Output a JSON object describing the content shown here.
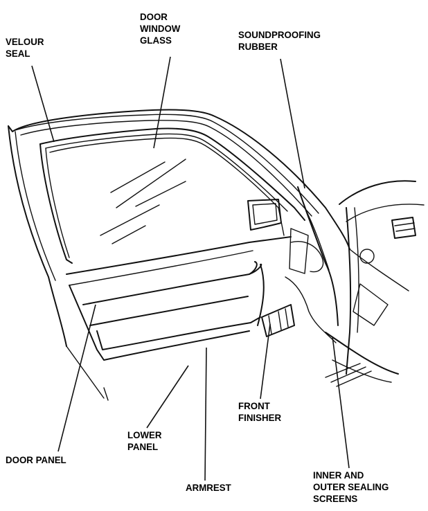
{
  "labels": {
    "velour_seal": [
      "VELOUR",
      "SEAL"
    ],
    "door_window_glass": [
      "DOOR",
      "WINDOW",
      "GLASS"
    ],
    "soundproofing_rubber": [
      "SOUNDPROOFING",
      "RUBBER"
    ],
    "front_finisher": [
      "FRONT",
      "FINISHER"
    ],
    "lower_panel": [
      "LOWER",
      "PANEL"
    ],
    "door_panel": [
      "DOOR PANEL"
    ],
    "armrest": [
      "ARMREST"
    ],
    "inner_outer_sealing_screens": [
      "INNER AND",
      "OUTER SEALING",
      "SCREENS"
    ]
  }
}
